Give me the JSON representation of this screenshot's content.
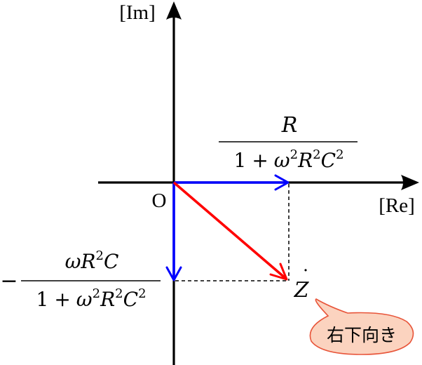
{
  "axes": {
    "imag_label": "[Im]",
    "real_label": "[Re]",
    "origin_label": "O"
  },
  "real_part": {
    "numerator": "R",
    "denominator": {
      "one": "1",
      "plus": "+",
      "omega": "ω",
      "omega_exp": "2",
      "r": "R",
      "r_exp": "2",
      "c": "C",
      "c_exp": "2"
    }
  },
  "imag_part": {
    "sign": "−",
    "numerator": {
      "omega": "ω",
      "r": "R",
      "r_exp": "2",
      "c": "C"
    },
    "denominator": {
      "one": "1",
      "plus": "+",
      "omega": "ω",
      "omega_exp": "2",
      "r": "R",
      "r_exp": "2",
      "c": "C",
      "c_exp": "2"
    }
  },
  "impedance": {
    "symbol": "Z",
    "dot": "˙"
  },
  "callout": {
    "text": "右下向き"
  },
  "colors": {
    "axis": "#000000",
    "component_arrow": "#0000ff",
    "result_arrow": "#ff0000",
    "callout_fill": "#fbd3bf",
    "callout_stroke": "#e8553a"
  }
}
